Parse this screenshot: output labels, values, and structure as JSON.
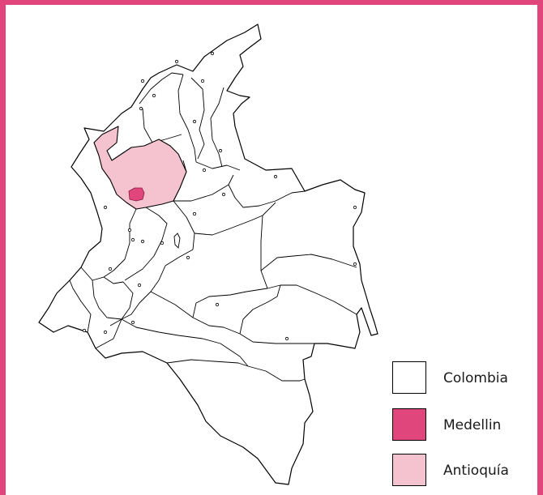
{
  "colors": {
    "frame": "#e0457b",
    "colombia_fill": "#ffffff",
    "medellin_fill": "#e0457b",
    "antioquia_fill": "#f4c3cf",
    "outline": "#000000"
  },
  "legend": {
    "items": [
      {
        "label": "Colombia",
        "color": "#ffffff"
      },
      {
        "label": "Medellin",
        "color": "#e0457b"
      },
      {
        "label": "Antioquía",
        "color": "#f4c3cf"
      }
    ]
  }
}
